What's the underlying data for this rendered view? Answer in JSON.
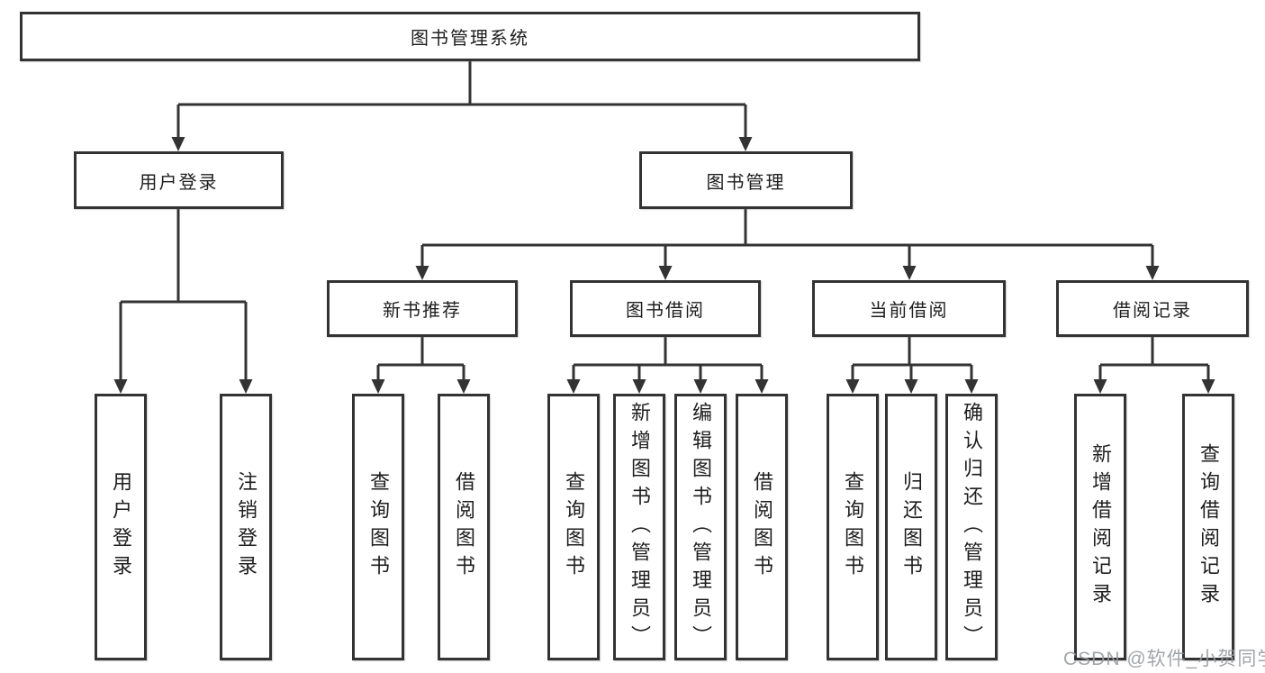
{
  "diagram": {
    "root": {
      "label": "图书管理系统"
    },
    "branches": [
      {
        "label": "用户登录"
      },
      {
        "label": "图书管理"
      }
    ],
    "modules": [
      {
        "label": "新书推荐"
      },
      {
        "label": "图书借阅"
      },
      {
        "label": "当前借阅"
      },
      {
        "label": "借阅记录"
      }
    ],
    "leaves": [
      {
        "label": "用户登录"
      },
      {
        "label": "注销登录"
      },
      {
        "label": "查询图书"
      },
      {
        "label": "借阅图书"
      },
      {
        "label": "查询图书"
      },
      {
        "label": "新增图书（管理员）"
      },
      {
        "label": "编辑图书（管理员）"
      },
      {
        "label": "借阅图书"
      },
      {
        "label": "查询图书"
      },
      {
        "label": "归还图书"
      },
      {
        "label": "确认归还（管理员）"
      },
      {
        "label": "新增借阅记录"
      },
      {
        "label": "查询借阅记录"
      }
    ],
    "colors": {
      "line": "#333333",
      "box_border": "#333333",
      "text": "#1e1e1e",
      "background": "#ffffff",
      "watermark": "#989ca0"
    }
  },
  "watermark": {
    "text": "CSDN @软件_小贺同学"
  }
}
